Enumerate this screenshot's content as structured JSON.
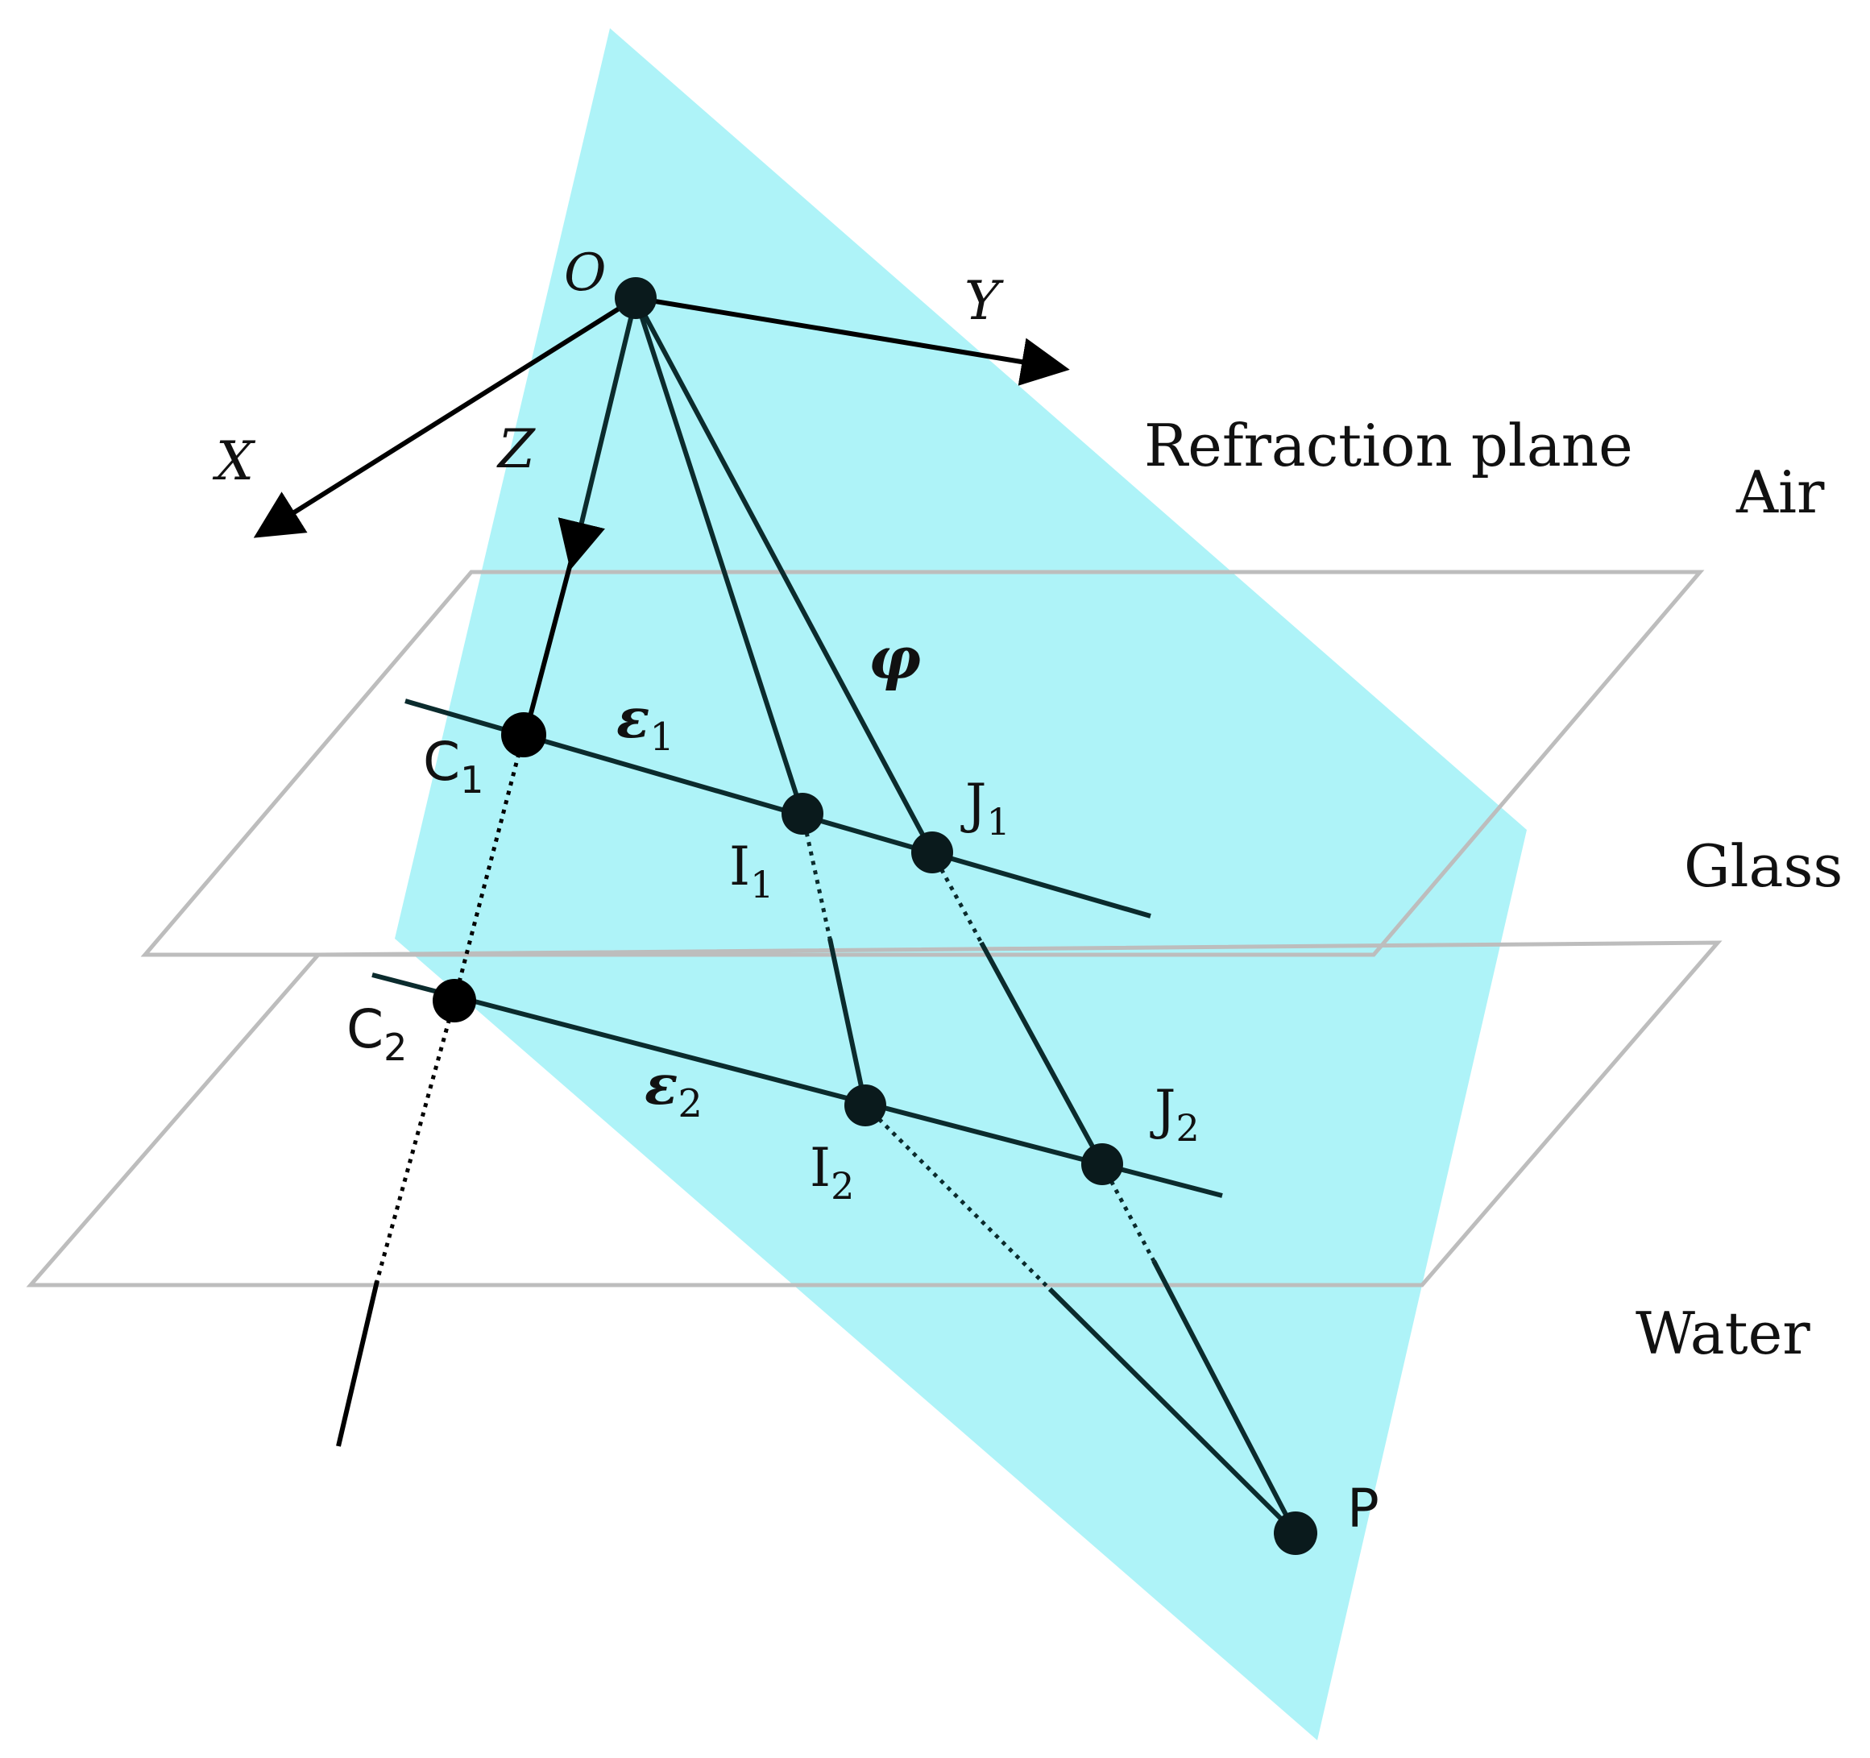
{
  "colors": {
    "refraction_plane": "#aef3f8",
    "plane_outline": "#bdbdbd",
    "ray": "#0b2b2d",
    "axis": "#000000",
    "point": "#0a1a1c"
  },
  "axes": {
    "x": "X",
    "y": "Y",
    "z": "Z",
    "origin": "O"
  },
  "labels": {
    "refraction_plane": "Refraction plane",
    "air": "Air",
    "glass": "Glass",
    "water": "Water",
    "phi": "φ",
    "epsilon": "ε",
    "epsilon1_sub": "1",
    "epsilon2_sub": "2"
  },
  "points": {
    "c1": {
      "base": "C",
      "sub": "1"
    },
    "c2": {
      "base": "C",
      "sub": "2"
    },
    "i1": {
      "base": "I",
      "sub": "1"
    },
    "i2": {
      "base": "I",
      "sub": "2"
    },
    "j1": {
      "base": "J",
      "sub": "1"
    },
    "j2": {
      "base": "J",
      "sub": "2"
    },
    "p": {
      "base": "P"
    }
  }
}
